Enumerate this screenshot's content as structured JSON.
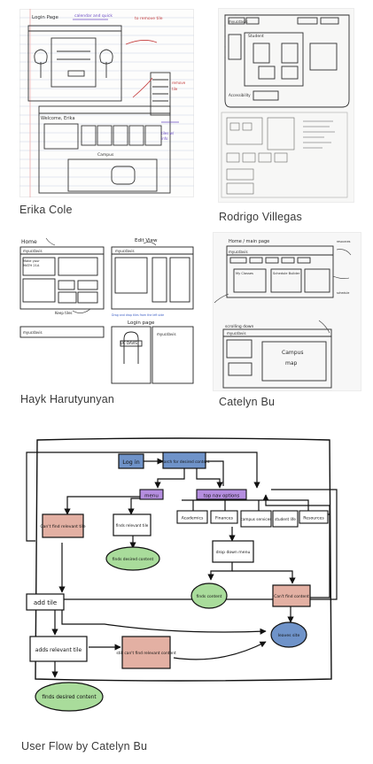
{
  "captions": {
    "erika": "Erika Cole",
    "rodrigo": "Rodrigo Villegas",
    "hayk": "Hayk Harutyunyan",
    "catelyn": "Catelyn Bu",
    "userflow": "User Flow by Catelyn Bu"
  },
  "flow": {
    "login": "Log in",
    "search": "Search for desired content",
    "menu": "menu",
    "top_nav": "top nav options",
    "cant_find_tile": "Can't find relevant tile",
    "finds_relevant_tile": "finds relevant tile",
    "finds_desired_content": "finds desired content",
    "academics": "Academics",
    "finances": "Finances",
    "campus_services": "campus services",
    "student_life": "student life",
    "resources": "Resources",
    "drop_down_menu": "drop down menu",
    "finds_content": "finds content",
    "cant_find_content": "Can't find content",
    "add_tile": "add tile",
    "leaves_site": "leaves site",
    "adds_relevant_tile": "adds relevant tile",
    "still_cant_find": "still can't find relevant content",
    "finds_desired_content_bottom": "finds desired content"
  },
  "colors": {
    "blue": "#6f93c9",
    "purple": "#b58ee0",
    "salmon": "#e3b0a3",
    "green": "#a9dc9b"
  }
}
